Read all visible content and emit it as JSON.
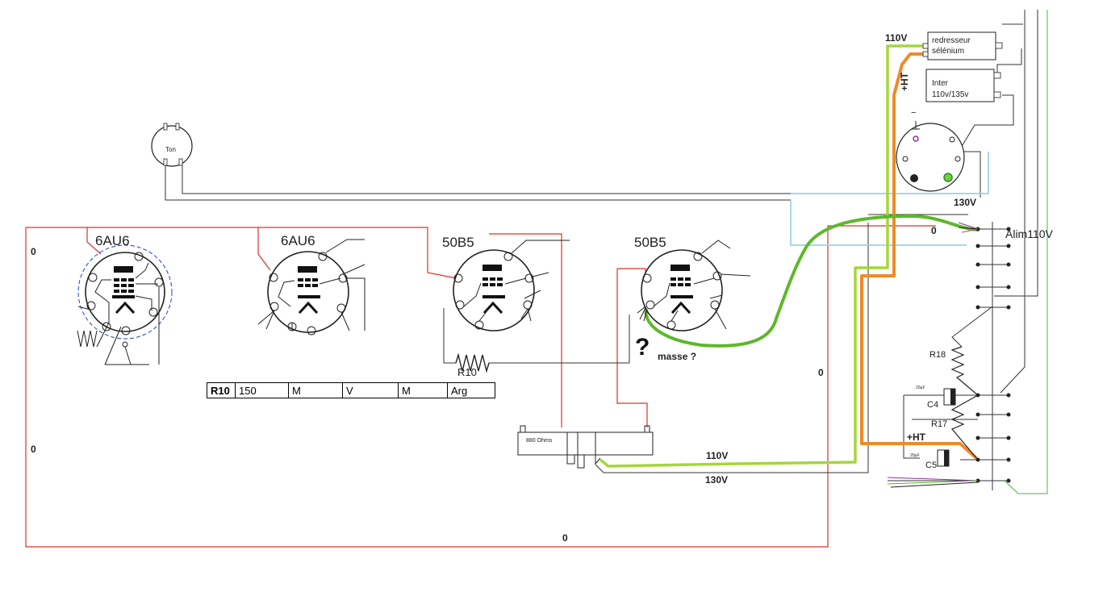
{
  "tubes": [
    "6AU6",
    "6AU6",
    "50B5",
    "50B5"
  ],
  "connector_label": "Ton",
  "labels": {
    "rectifier_line1": "redresseur",
    "rectifier_line2": "sélénium",
    "switch_line1": "Inter",
    "switch_line2": "110v/135v",
    "resistor_880": "880 Ohms",
    "alim": "Alim110V",
    "question": "?",
    "masse": "masse ?",
    "r10": "R10",
    "r18": "R18",
    "r17": "R17",
    "c4": "C4",
    "c5": "C5",
    "cap_small_1": "20µF",
    "cap_small_2": "20µF",
    "v110_top": "110V",
    "ht_top": "+HT",
    "v130_right": "130V",
    "zero_right": "0",
    "zero_left_top": "0",
    "zero_left_mid": "0",
    "zero_mid": "0",
    "zero_bottom": "0",
    "v110_bottom": "110V",
    "v130_bottom": "130V",
    "ht_bottom": "+HT",
    "ground_symbol": "−"
  },
  "table": {
    "row": [
      "R10",
      "150",
      "M",
      "V",
      "M",
      "Arg"
    ]
  },
  "colors": {
    "red_wire": "#e0302a",
    "green_wire": "#5cb82a",
    "lime_wire": "#a6d63a",
    "orange_wire": "#f08a2a",
    "light_blue_wire": "#9fd1e6",
    "outline": "#222222",
    "dashed_circle": "#1f3fd0"
  }
}
